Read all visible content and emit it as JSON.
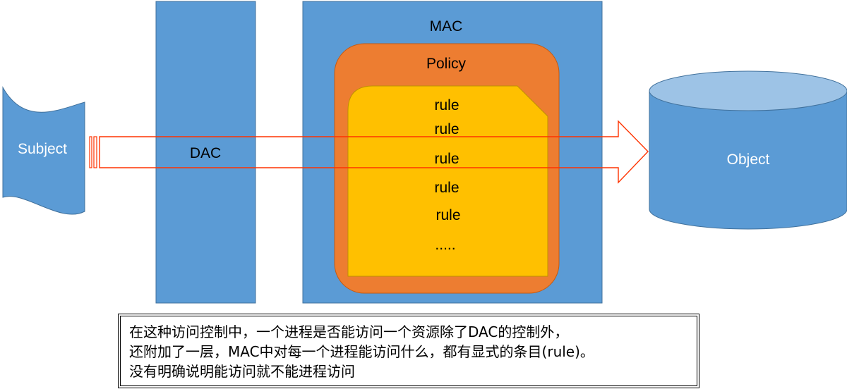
{
  "subject": {
    "label": "Subject"
  },
  "dac": {
    "label": "DAC"
  },
  "mac": {
    "label": "MAC",
    "policy": {
      "label": "Policy",
      "rules": [
        "rule",
        "rule",
        "rule",
        "rule",
        "rule"
      ],
      "ellipsis": "....."
    }
  },
  "object": {
    "label": "Object"
  },
  "caption": {
    "lines": [
      "在这种访问控制中，一个进程是否能访问一个资源除了DAC的控制外，",
      "还附加了一层，MAC中对每一个进程能访问什么，都有显式的条目(rule)。",
      "没有明确说明能访问就不能进程访问"
    ]
  },
  "colors": {
    "blue": "#5b9bd5",
    "blue_border": "#41719c",
    "orange": "#ed7d31",
    "orange_border": "#c55a11",
    "yellow": "#ffc000",
    "yellow_border": "#bf9000",
    "arrow": "#ff3300",
    "cylinder_top": "#9dc3e6"
  }
}
